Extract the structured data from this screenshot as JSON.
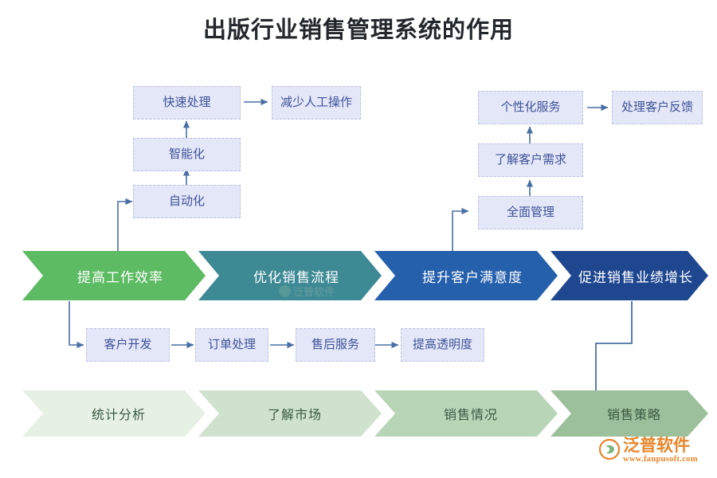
{
  "title": "出版行业销售管理系统的作用",
  "chart_data": {
    "type": "diagram",
    "title": "出版行业销售管理系统的作用",
    "description": "四阶段箭头流程图，上下分支说明各阶段细化作用",
    "main_stages": [
      {
        "label": "提高工作效率",
        "color": "#5cbb63"
      },
      {
        "label": "优化销售流程",
        "color": "#3d8a95"
      },
      {
        "label": "提升客户满意度",
        "color": "#2560ad"
      },
      {
        "label": "促进销售业绩增长",
        "color": "#1f4790"
      }
    ],
    "bottom_stages": [
      {
        "label": "统计分析",
        "color": "#e6f0e4"
      },
      {
        "label": "了解市场",
        "color": "#cfe2cd"
      },
      {
        "label": "销售情况",
        "color": "#b9d5b8"
      },
      {
        "label": "销售策略",
        "color": "#9cc09c"
      }
    ],
    "branch_upper_left": [
      "自动化",
      "智能化",
      "快速处理",
      "减少人工操作"
    ],
    "branch_upper_right": [
      "全面管理",
      "了解客户需求",
      "个性化服务",
      "处理客户反馈"
    ],
    "branch_lower": [
      "客户开发",
      "订单处理",
      "售后服务",
      "提高透明度"
    ]
  },
  "upper_left": {
    "fast": "快速处理",
    "reduce": "减少人工操作",
    "smart": "智能化",
    "auto": "自动化"
  },
  "upper_right": {
    "personalized": "个性化服务",
    "feedback": "处理客户反馈",
    "needs": "了解客户需求",
    "overall": "全面管理"
  },
  "lower_row": {
    "customer": "客户开发",
    "order": "订单处理",
    "aftersale": "售后服务",
    "transparency": "提高透明度"
  },
  "main_band": {
    "s1": "提高工作效率",
    "s2": "优化销售流程",
    "s3": "提升客户满意度",
    "s4": "促进销售业绩增长"
  },
  "bottom_band": {
    "b1": "统计分析",
    "b2": "了解市场",
    "b3": "销售情况",
    "b4": "销售策略"
  },
  "logo": {
    "name": "泛普软件",
    "url": "www.fanpusoft.com",
    "watermark": "泛普软件"
  },
  "colors": {
    "green": "#5cbb63",
    "teal": "#3d8a95",
    "blue": "#2560ad",
    "darkblue": "#1f4790",
    "box_fill": "#e3e7f8",
    "box_border": "#b9c2e2",
    "box_text": "#3e5298",
    "connector": "#4a6fa5",
    "title_text": "#23262b",
    "logo_orange": "#e8852a"
  }
}
